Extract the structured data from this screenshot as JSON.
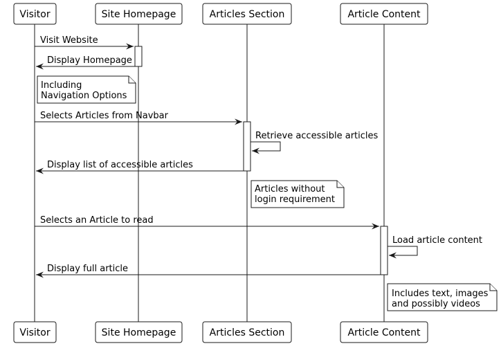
{
  "participants": [
    {
      "id": "visitor",
      "label": "Visitor"
    },
    {
      "id": "homepage",
      "label": "Site Homepage"
    },
    {
      "id": "articles",
      "label": "Articles Section"
    },
    {
      "id": "content",
      "label": "Article Content"
    }
  ],
  "messages": [
    {
      "from": "visitor",
      "to": "homepage",
      "label": "Visit Website"
    },
    {
      "from": "homepage",
      "to": "visitor",
      "label": "Display Homepage"
    },
    {
      "from": "visitor",
      "to": "articles",
      "label": "Selects Articles from Navbar"
    },
    {
      "from": "articles",
      "to": "articles",
      "label": "Retrieve accessible articles"
    },
    {
      "from": "articles",
      "to": "visitor",
      "label": "Display list of accessible articles"
    },
    {
      "from": "visitor",
      "to": "content",
      "label": "Selects an Article to read"
    },
    {
      "from": "content",
      "to": "content",
      "label": "Load article content"
    },
    {
      "from": "content",
      "to": "visitor",
      "label": "Display full article"
    }
  ],
  "notes": [
    {
      "over": "visitor",
      "lines": [
        "Including",
        "Navigation Options"
      ]
    },
    {
      "over": "articles",
      "lines": [
        "Articles without",
        "login requirement"
      ]
    },
    {
      "over": "content",
      "lines": [
        "Includes text, images",
        "and possibly videos"
      ]
    }
  ]
}
